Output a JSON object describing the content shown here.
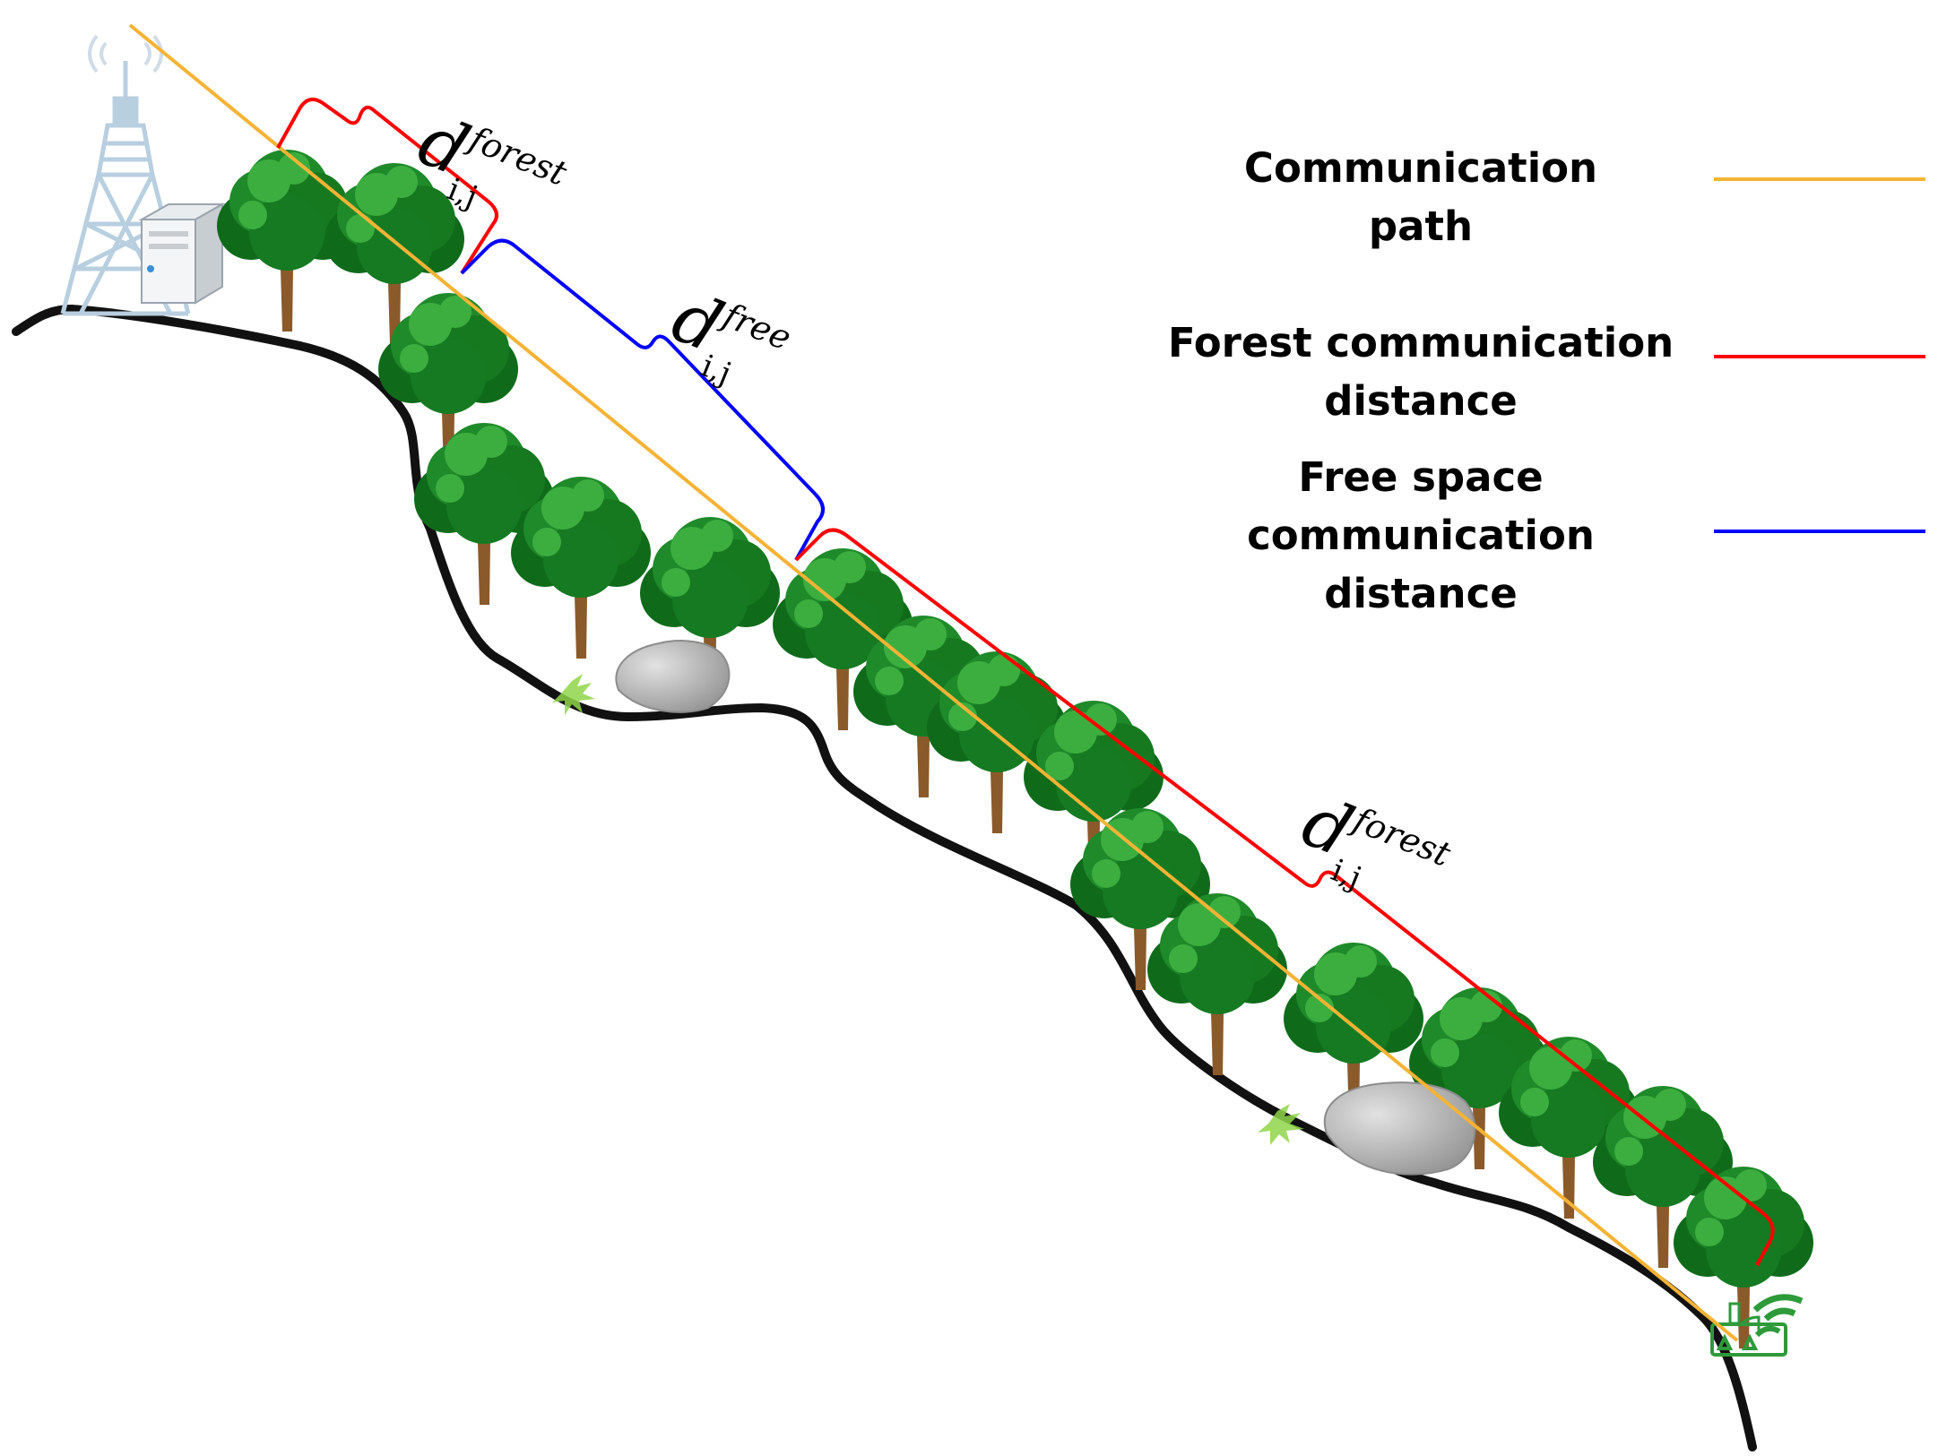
{
  "legend": {
    "items": [
      {
        "key": "path",
        "lines": [
          "Communication",
          "path"
        ],
        "color": "#f5b335"
      },
      {
        "key": "forest",
        "lines": [
          "Forest communication",
          "distance"
        ],
        "color": "#ff0000"
      },
      {
        "key": "free",
        "lines": [
          "Free space",
          "communication",
          "distance"
        ],
        "color": "#0000ff"
      }
    ]
  },
  "distances": [
    {
      "key": "forest-1",
      "symbol": "d",
      "superscript": "forest",
      "subscript": "i,j"
    },
    {
      "key": "free",
      "symbol": "d",
      "superscript": "free",
      "subscript": "i,j"
    },
    {
      "key": "forest-2",
      "symbol": "d",
      "superscript": "forest",
      "subscript": "i,j"
    }
  ],
  "colors": {
    "ground": "#111111",
    "foliage_dark": "#0f6b1a",
    "foliage_mid": "#1f8a2a",
    "foliage_light": "#3cae3f",
    "trunk": "#8a5a2b",
    "rock": "#b9b9b9",
    "tower": "#b8cfe0",
    "device": "#2e9a3a"
  },
  "icons": [
    "radio-tower-icon",
    "server-icon",
    "wifi-device-icon"
  ]
}
